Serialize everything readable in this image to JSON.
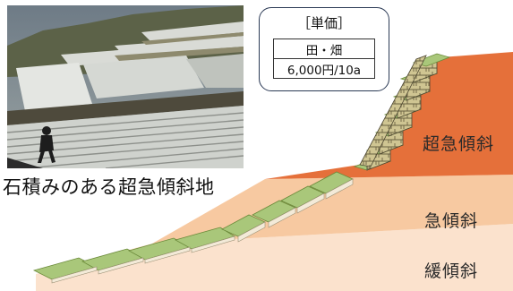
{
  "photo": {
    "caption": "石積みのある超急傾斜地"
  },
  "price_box": {
    "title": "［単価］",
    "row1": "田・畑",
    "row2": "6,000円/10a"
  },
  "slope_labels": {
    "super_steep": "超急傾斜",
    "steep": "急傾斜",
    "gentle": "緩傾斜"
  },
  "colors": {
    "super_steep_zone": "#e5703a",
    "steep_zone": "#f7c9a1",
    "gentle_zone": "#fbe2cd",
    "terrace_green": "#a9c77a",
    "stone_wall": "#c9c08a"
  }
}
